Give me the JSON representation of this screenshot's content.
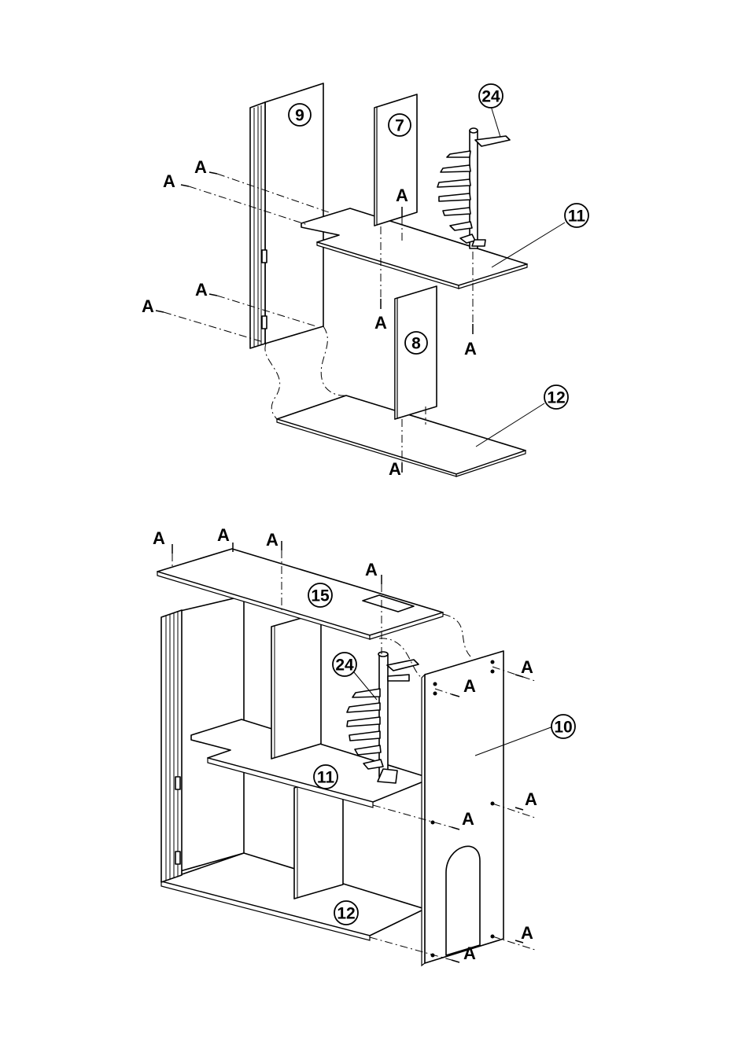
{
  "screw_label": "A",
  "part_numbers": {
    "p7": "7",
    "p8": "8",
    "p9": "9",
    "p10": "10",
    "p11": "11",
    "p12": "12",
    "p15": "15",
    "p24": "24"
  }
}
